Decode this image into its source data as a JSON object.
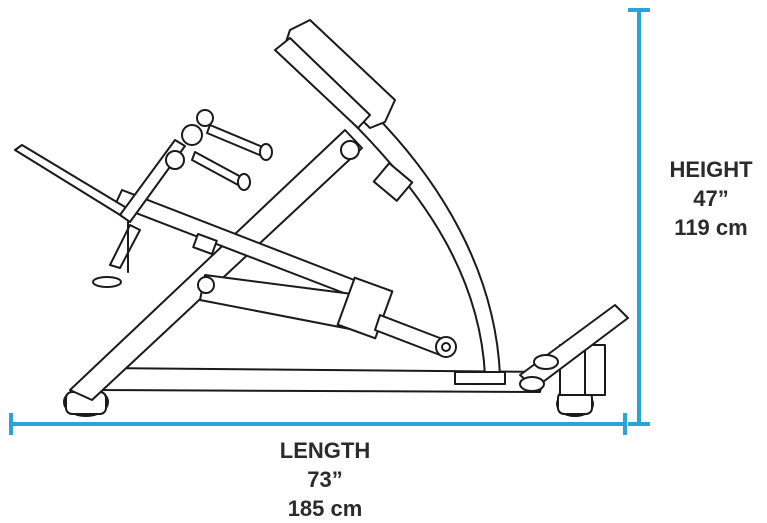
{
  "dimensions": {
    "height": {
      "title": "HEIGHT",
      "imperial": "47”",
      "metric": "119 cm"
    },
    "length": {
      "title": "LENGTH",
      "imperial": "73”",
      "metric": "185 cm"
    }
  },
  "colors": {
    "dimension_line": "#2aa3d9",
    "line_art": "#1a1a1a",
    "label_text": "#2b2b2b",
    "background": "#ffffff"
  }
}
